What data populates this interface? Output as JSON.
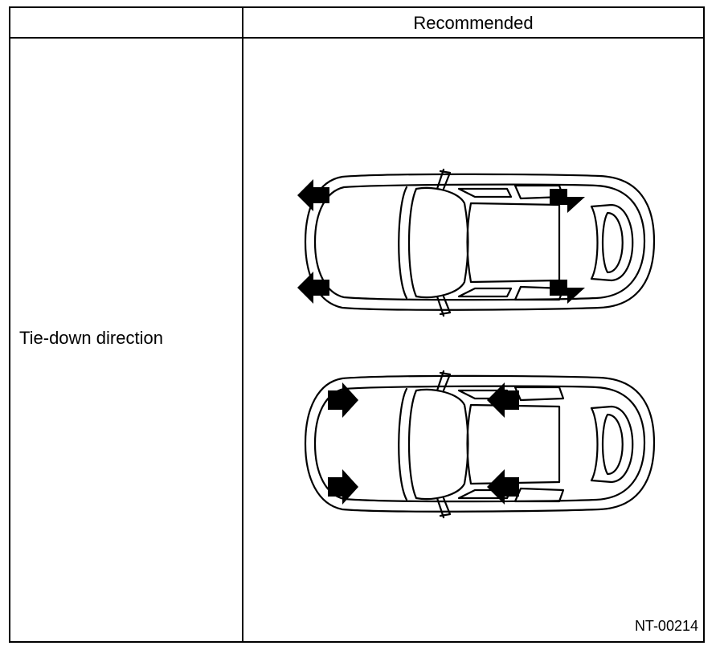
{
  "table": {
    "header": "Recommended",
    "row_label": "Tie-down direction",
    "figure_code": "NT-00214"
  },
  "figures": [
    {
      "name": "car-top",
      "arrow_direction": "outward"
    },
    {
      "name": "car-bottom",
      "arrow_direction": "inward"
    }
  ]
}
